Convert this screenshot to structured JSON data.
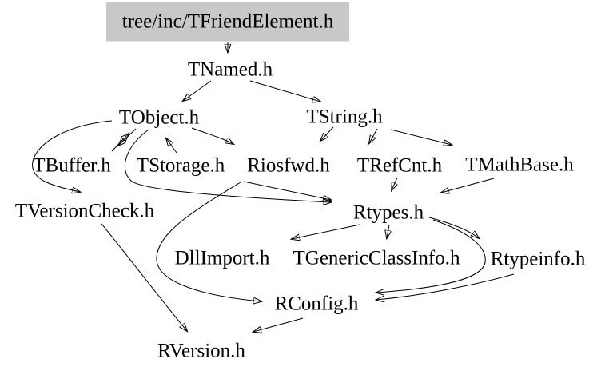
{
  "diagram": {
    "type": "include-dependency-graph",
    "root_file": "tree/inc/TFriendElement.h"
  },
  "colors": {
    "background": "#ffffff",
    "root_node_bg": "#c8c8c8",
    "text": "#000000",
    "edge": "#000000"
  },
  "nodes": {
    "root": {
      "label": "tree/inc/TFriendElement.h"
    },
    "tnamed": {
      "label": "TNamed.h"
    },
    "tobject": {
      "label": "TObject.h"
    },
    "tstring": {
      "label": "TString.h"
    },
    "tbuffer": {
      "label": "TBuffer.h"
    },
    "tstorage": {
      "label": "TStorage.h"
    },
    "riosfwd": {
      "label": "Riosfwd.h"
    },
    "trefcnt": {
      "label": "TRefCnt.h"
    },
    "tmathbase": {
      "label": "TMathBase.h"
    },
    "tversioncheck": {
      "label": "TVersionCheck.h"
    },
    "rtypes": {
      "label": "Rtypes.h"
    },
    "dllimport": {
      "label": "DllImport.h"
    },
    "tgenericclassinfo": {
      "label": "TGenericClassInfo.h"
    },
    "rtypeinfo": {
      "label": "Rtypeinfo.h"
    },
    "rconfig": {
      "label": "RConfig.h"
    },
    "rversion": {
      "label": "RVersion.h"
    }
  },
  "edges": [
    {
      "from": "tree/inc/TFriendElement.h",
      "to": "TNamed.h"
    },
    {
      "from": "TNamed.h",
      "to": "TObject.h"
    },
    {
      "from": "TNamed.h",
      "to": "TString.h"
    },
    {
      "from": "TObject.h",
      "to": "TBuffer.h"
    },
    {
      "from": "TBuffer.h",
      "to": "TObject.h"
    },
    {
      "from": "TStorage.h",
      "to": "TObject.h"
    },
    {
      "from": "TObject.h",
      "to": "Riosfwd.h"
    },
    {
      "from": "TObject.h",
      "to": "TVersionCheck.h"
    },
    {
      "from": "TObject.h",
      "to": "Rtypes.h"
    },
    {
      "from": "TString.h",
      "to": "Riosfwd.h"
    },
    {
      "from": "TString.h",
      "to": "TRefCnt.h"
    },
    {
      "from": "TString.h",
      "to": "TMathBase.h"
    },
    {
      "from": "Riosfwd.h",
      "to": "Rtypes.h"
    },
    {
      "from": "Riosfwd.h",
      "to": "RConfig.h"
    },
    {
      "from": "TRefCnt.h",
      "to": "Rtypes.h"
    },
    {
      "from": "TMathBase.h",
      "to": "Rtypes.h"
    },
    {
      "from": "Rtypes.h",
      "to": "DllImport.h"
    },
    {
      "from": "Rtypes.h",
      "to": "TGenericClassInfo.h"
    },
    {
      "from": "Rtypes.h",
      "to": "Rtypeinfo.h"
    },
    {
      "from": "Rtypes.h",
      "to": "RConfig.h"
    },
    {
      "from": "Rtypeinfo.h",
      "to": "RConfig.h"
    },
    {
      "from": "TVersionCheck.h",
      "to": "RVersion.h"
    },
    {
      "from": "RConfig.h",
      "to": "RVersion.h"
    }
  ]
}
